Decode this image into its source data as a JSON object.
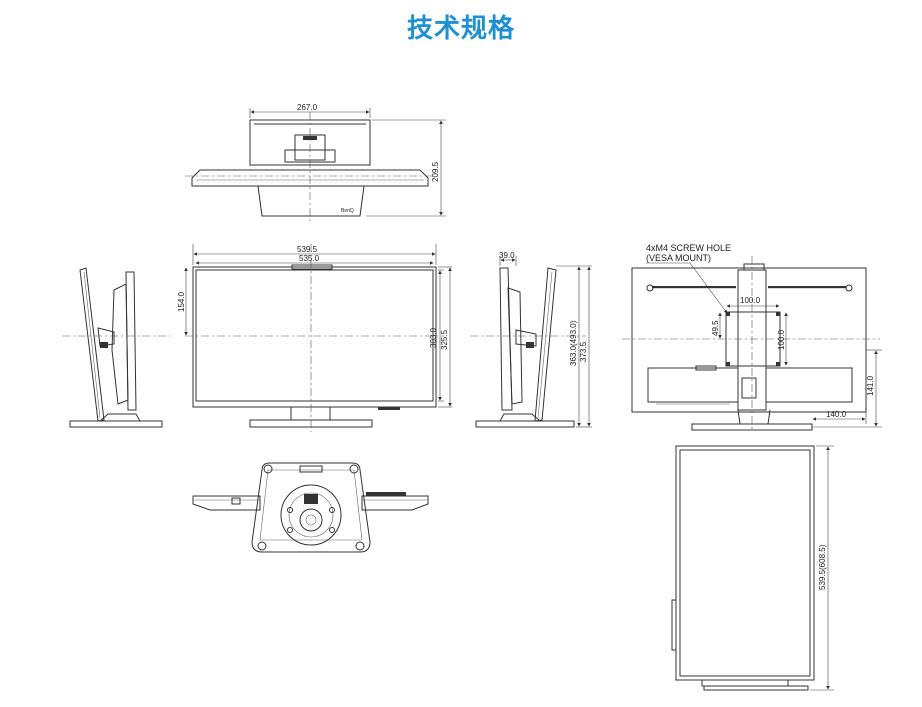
{
  "header": {
    "title": "技术规格"
  },
  "top_view": {
    "width": "267.0",
    "depth": "209.5"
  },
  "front_view": {
    "width_outer": "539.5",
    "width_inner": "535.0",
    "top_to_center": "154.0",
    "screen_height": "303.0",
    "bezel_height": "325.5"
  },
  "side_view": {
    "depth": "39.0",
    "height_range": "363.0(493.0)",
    "height_min": "373.5"
  },
  "rear_view": {
    "screw_note_1": "4xM4 SCREW HOLE",
    "screw_note_2": "(VESA MOUNT)",
    "vesa_h": "100.0",
    "vesa_v": "100.0",
    "offset": "49.5",
    "base_height": "141.0",
    "base_offset": "140.0"
  },
  "portrait_view": {
    "height": "539.5(608.5)"
  }
}
